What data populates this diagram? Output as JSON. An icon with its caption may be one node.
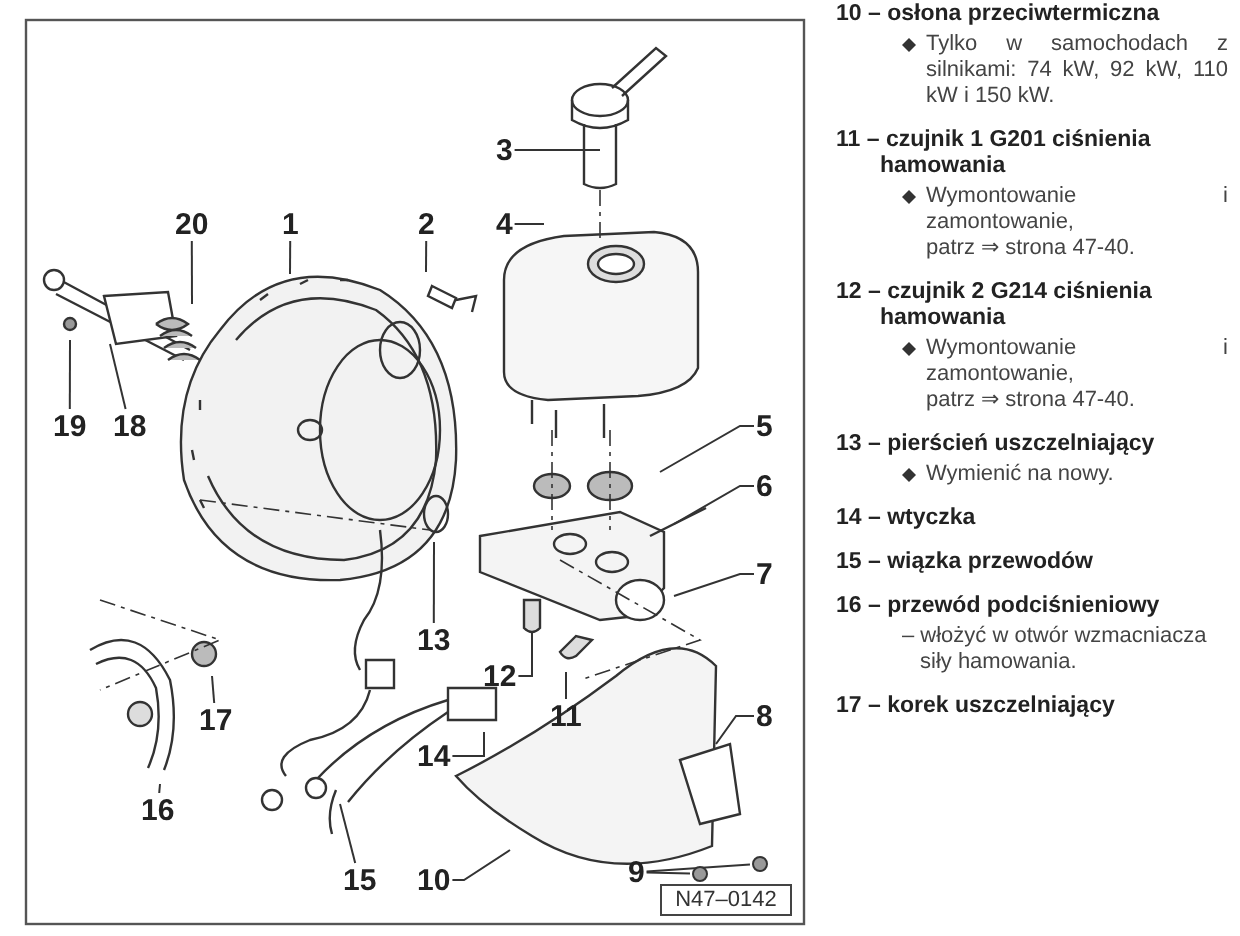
{
  "diagram": {
    "nodes": [
      {
        "text": [
          "3"
        ]
      },
      {
        "text": [
          "20"
        ]
      },
      {
        "text": [
          "1"
        ]
      },
      {
        "text": [
          "2"
        ]
      },
      {
        "text": [
          "4"
        ]
      },
      {
        "text": [
          "19"
        ]
      },
      {
        "text": [
          "18"
        ]
      },
      {
        "text": [
          "5"
        ]
      },
      {
        "text": [
          "6"
        ]
      },
      {
        "text": [
          "7"
        ]
      },
      {
        "text": [
          "13"
        ]
      },
      {
        "text": [
          "17"
        ]
      },
      {
        "text": [
          "12"
        ]
      },
      {
        "text": [
          "11"
        ]
      },
      {
        "text": [
          "8"
        ]
      },
      {
        "text": [
          "14"
        ]
      },
      {
        "text": [
          "16"
        ]
      },
      {
        "text": [
          "15"
        ]
      },
      {
        "text": [
          "10"
        ]
      },
      {
        "text": [
          "9"
        ]
      },
      {
        "text": [],
        "shape": "circle"
      },
      {
        "text": [],
        "shape": "circle"
      }
    ],
    "edges": [
      {
        "from": 0,
        "to": null,
        "arrow": "none"
      },
      {
        "from": 1,
        "to": null,
        "arrow": "none"
      },
      {
        "from": 2,
        "to": null,
        "arrow": "none"
      },
      {
        "from": 3,
        "to": null,
        "arrow": "none"
      },
      {
        "from": 4,
        "to": null,
        "arrow": "none"
      },
      {
        "from": 5,
        "to": null,
        "arrow": "none"
      },
      {
        "from": 6,
        "to": null,
        "arrow": "none"
      },
      {
        "from": 7,
        "to": null,
        "arrow": "none"
      },
      {
        "from": 8,
        "to": null,
        "arrow": "none"
      },
      {
        "from": 9,
        "to": null,
        "arrow": "none"
      },
      {
        "from": 10,
        "to": null,
        "arrow": "none"
      },
      {
        "from": 11,
        "to": null,
        "arrow": "none"
      },
      {
        "from": 12,
        "to": null,
        "arrow": "none"
      },
      {
        "from": 13,
        "to": null,
        "arrow": "none"
      },
      {
        "from": 14,
        "to": null,
        "arrow": "none"
      },
      {
        "from": 15,
        "to": null,
        "arrow": "none"
      },
      {
        "from": 16,
        "to": null,
        "arrow": "none"
      },
      {
        "from": 17,
        "to": null,
        "arrow": "none"
      },
      {
        "from": 18,
        "to": null,
        "arrow": "none"
      },
      {
        "from": 19,
        "to": 20,
        "arrow": "none"
      },
      {
        "from": 19,
        "to": 21,
        "arrow": "none"
      }
    ],
    "labels": [
      "10 – osłona przeciwtermiczna",
      "Tylko w samochodach z silnikami: 74 kW, 92 kW, 110 kW i 150 kW.",
      "11 – czujnik 1 G201 ciśnienia hamowania",
      "Wymontowanie i zamontowanie,",
      "patrz ⇒ strona 47-40.",
      "12 – czujnik 2 G214 ciśnienia hamowania",
      "Wymontowanie i zamontowanie,",
      "patrz ⇒ strona 47-40.",
      "13 – pierścień uszczelniający",
      "Wymienić na nowy.",
      "14 – wtyczka",
      "15 – wiązka przewodów",
      "16 – przewód podciśnieniowy",
      "– włożyć w otwór wzmacniacza siły hamowania.",
      "17 – korek uszczelniający",
      "N47–0142"
    ]
  }
}
